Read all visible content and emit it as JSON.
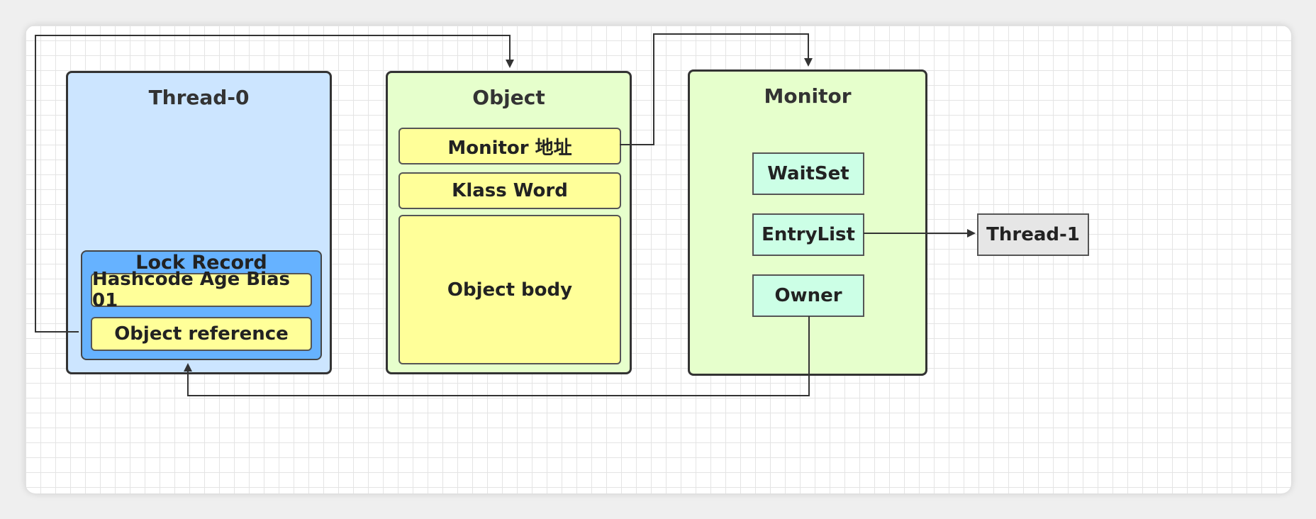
{
  "thread0": {
    "title": "Thread-0",
    "lock_record": {
      "title": "Lock Record",
      "hashcode": "Hashcode Age Bias 01",
      "object_reference": "Object reference"
    }
  },
  "object": {
    "title": "Object",
    "monitor_address": "Monitor 地址",
    "klass_word": "Klass Word",
    "object_body": "Object body"
  },
  "monitor": {
    "title": "Monitor",
    "waitset": "WaitSet",
    "entrylist": "EntryList",
    "owner": "Owner"
  },
  "thread1": {
    "label": "Thread-1"
  },
  "colors": {
    "thread_box": "#cce5ff",
    "lock_record": "#66b2ff",
    "object_box": "#e6ffcc",
    "field": "#ffff99",
    "monitor_field": "#ccffe6",
    "thread1": "#e6e6e6",
    "stroke": "#333333"
  }
}
